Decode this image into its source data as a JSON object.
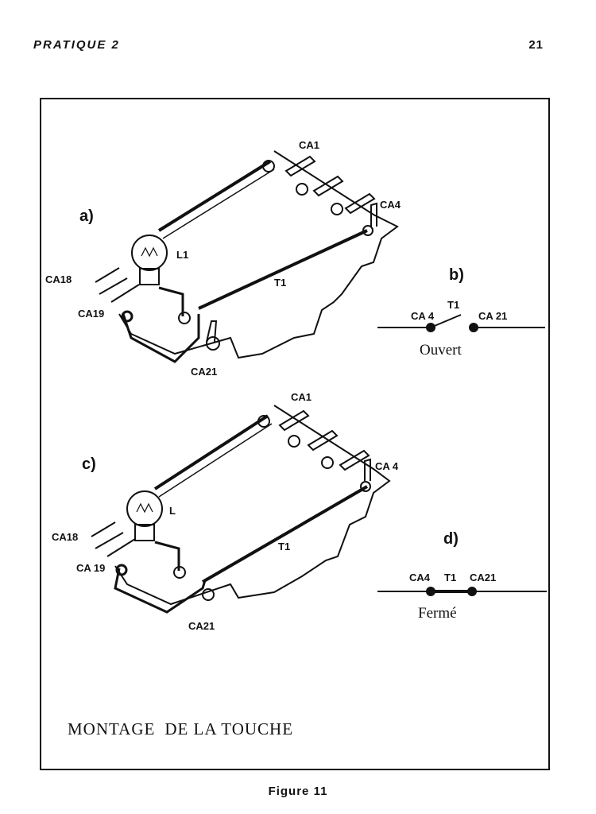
{
  "header": {
    "left": "PRATIQUE 2",
    "page_number": "21"
  },
  "figure": {
    "caption_word1": "MONTAGE",
    "caption_rest": "DE LA TOUCHE",
    "label": "Figure 11",
    "panels": {
      "a": {
        "letter": "a)",
        "ca1": "CA1",
        "ca4": "CA4",
        "ca18": "CA18",
        "ca19": "CA19",
        "ca21": "CA21",
        "lamp": "L1",
        "t1": "T1"
      },
      "b": {
        "letter": "b)",
        "left": "CA 4",
        "switch": "T1",
        "right": "CA 21",
        "state": "Ouvert"
      },
      "c": {
        "letter": "c)",
        "ca1": "CA1",
        "ca4": "CA 4",
        "ca18": "CA18",
        "ca19": "CA 19",
        "ca21": "CA21",
        "lamp": "L",
        "t1": "T1"
      },
      "d": {
        "letter": "d)",
        "left": "CA4",
        "switch": "T1",
        "right": "CA21",
        "state": "Fermé"
      }
    }
  }
}
